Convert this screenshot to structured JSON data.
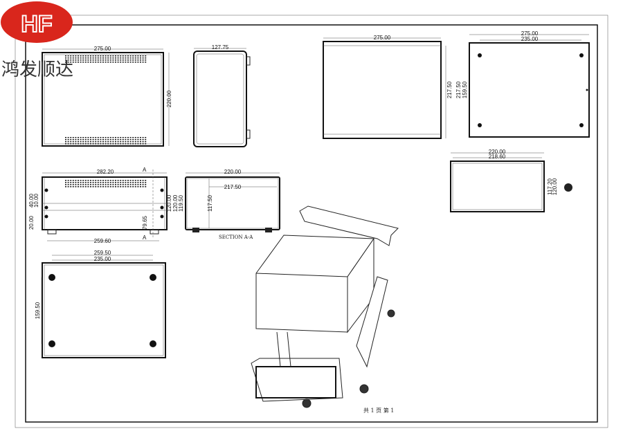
{
  "logo": {
    "text": "HF",
    "color": "#d9261c"
  },
  "company_name": "鸿发顺达",
  "views": {
    "top_left": {
      "width": "275.00",
      "height": "220.00"
    },
    "side": {
      "width": "127.75"
    },
    "top_right": {
      "width": "275.00",
      "h1": "217.50"
    },
    "bottom_right": {
      "w1": "275.00",
      "w2": "235.00",
      "h1": "217.50",
      "h2": "159.50"
    },
    "front": {
      "width": "282.20",
      "bottom": "259.60",
      "d1": "40.00",
      "d2": "10.00",
      "d3": "20.00",
      "d4": "79.65",
      "section_mark": "A"
    },
    "section": {
      "width": "220.00",
      "inner": "217.50",
      "h1": "120.00",
      "h2": "119.50",
      "h3": "117.50",
      "label": "SECTION A-A"
    },
    "end": {
      "w1": "220.00",
      "w2": "218.60",
      "h1": "117.20",
      "h2": "120.00"
    },
    "bottom": {
      "w1": "259.50",
      "w2": "235.00",
      "h": "159.50"
    }
  },
  "footer": "共 1 页  第 1"
}
